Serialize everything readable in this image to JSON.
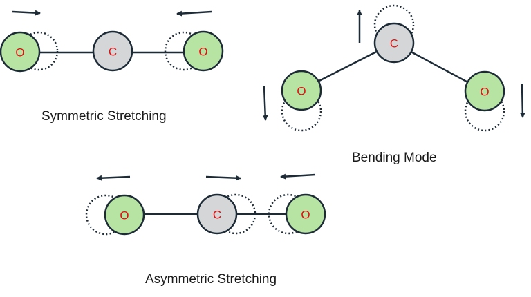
{
  "atoms": {
    "oxygen": "O",
    "carbon": "C"
  },
  "captions": {
    "symmetric": "Symmetric Stretching",
    "bending": "Bending Mode",
    "asymmetric": "Asymmetric Stretching"
  },
  "colors": {
    "oxygen_fill": "#b7e4a3",
    "carbon_fill": "#d4d6d8",
    "outline": "#1c2b36",
    "label_text": "#e01010"
  }
}
